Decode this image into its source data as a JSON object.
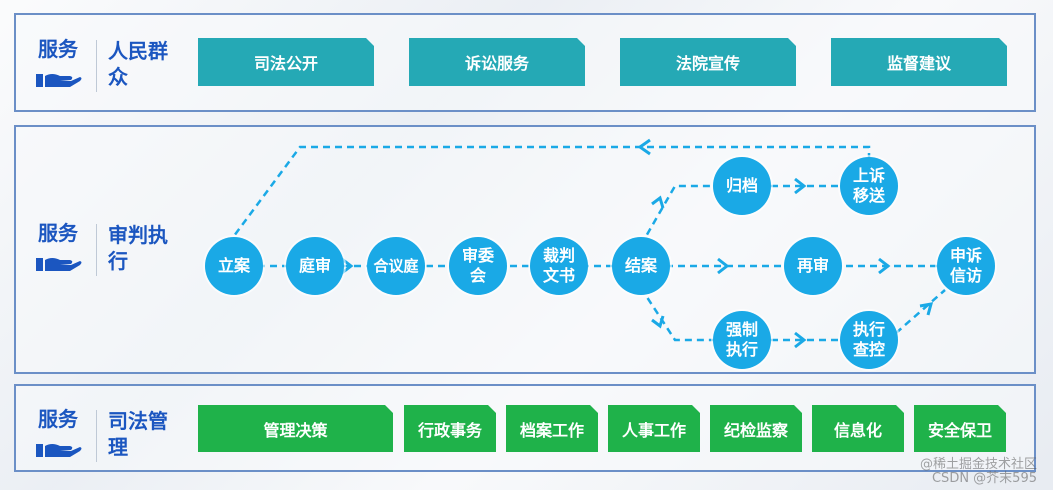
{
  "sections": [
    {
      "left": "服务",
      "right": "人民群众"
    },
    {
      "left": "服务",
      "right": "审判执行"
    },
    {
      "left": "服务",
      "right": "司法管理"
    }
  ],
  "public_items": [
    "司法公开",
    "诉讼服务",
    "法院宣传",
    "监督建议"
  ],
  "management_items": [
    "管理决策",
    "行政事务",
    "档案工作",
    "人事工作",
    "纪检监察",
    "信息化",
    "安全保卫"
  ],
  "nodes": {
    "lian": "立案",
    "tingshen": "庭审",
    "heyiting": "合议庭",
    "shenwei": "审委会",
    "caipan": "裁判文书",
    "jiean": "结案",
    "guidang": "归档",
    "shangsu": "上诉移送",
    "zaishen": "再审",
    "shensu": "申诉信访",
    "qiangzhi": "强制执行",
    "zhixing": "执行查控"
  },
  "colors": {
    "teal": "#25a9b5",
    "green": "#1fb24a",
    "node": "#1aa9e6",
    "label": "#1b56c0",
    "border": "#6b8fc7"
  },
  "watermark": {
    "line1": "@稀土掘金技术社区",
    "line2": "CSDN @芥末595"
  }
}
